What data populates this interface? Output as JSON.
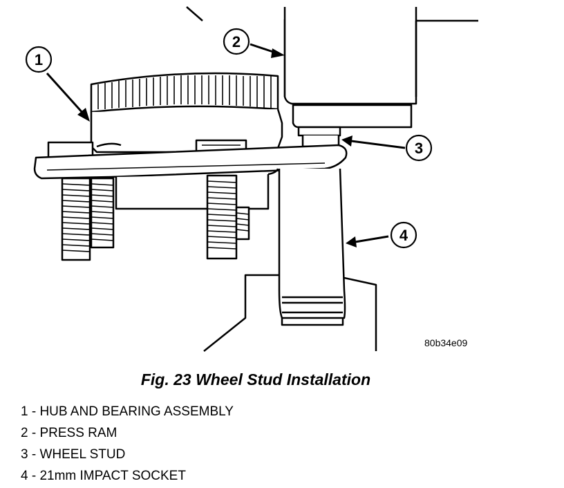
{
  "figure": {
    "callouts": [
      {
        "number": "1"
      },
      {
        "number": "2"
      },
      {
        "number": "3"
      },
      {
        "number": "4"
      }
    ],
    "image_code": "80b34e09"
  },
  "caption": "Fig. 23 Wheel Stud Installation",
  "legend": [
    "1 - HUB AND BEARING ASSEMBLY",
    "2 - PRESS RAM",
    "3 - WHEEL STUD",
    "4 - 21mm IMPACT SOCKET"
  ]
}
